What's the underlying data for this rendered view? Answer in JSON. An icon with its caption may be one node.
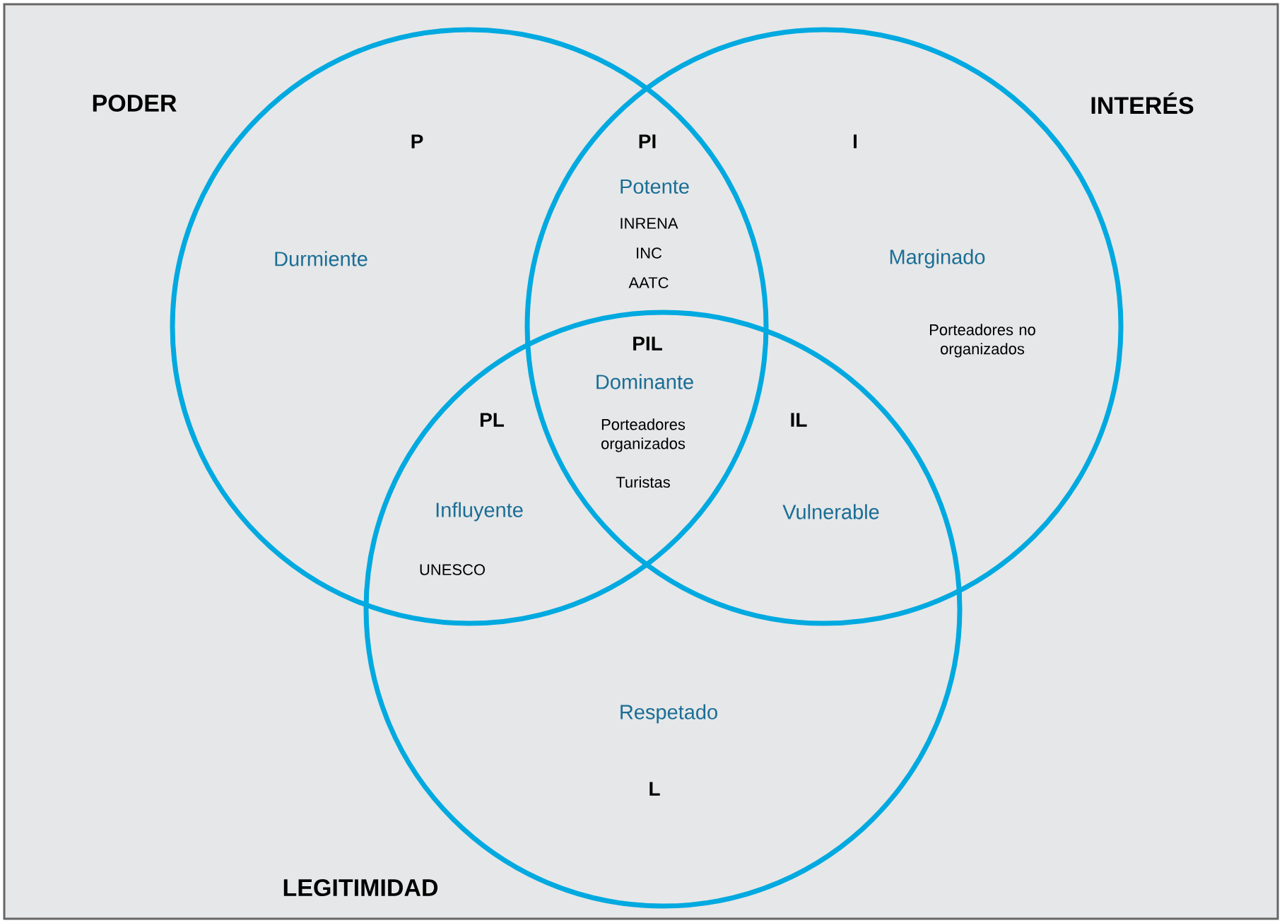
{
  "diagram": {
    "nodes": [
      {
        "text": [
          "PODER",
          "P",
          "Durmiente"
        ]
      },
      {
        "text": [
          "INTERÉS",
          "I",
          "Marginado",
          "Porteadores no organizados"
        ]
      },
      {
        "text": [
          "LEGITIMIDAD",
          "Respetado",
          "L"
        ]
      }
    ],
    "labels": [
      "PI",
      "Potente",
      "INRENA",
      "INC",
      "AATC",
      "PIL",
      "Dominante",
      "Porteadores organizados",
      "Turistas",
      "PL",
      "Influyente",
      "UNESCO",
      "IL",
      "Vulnerable"
    ]
  }
}
